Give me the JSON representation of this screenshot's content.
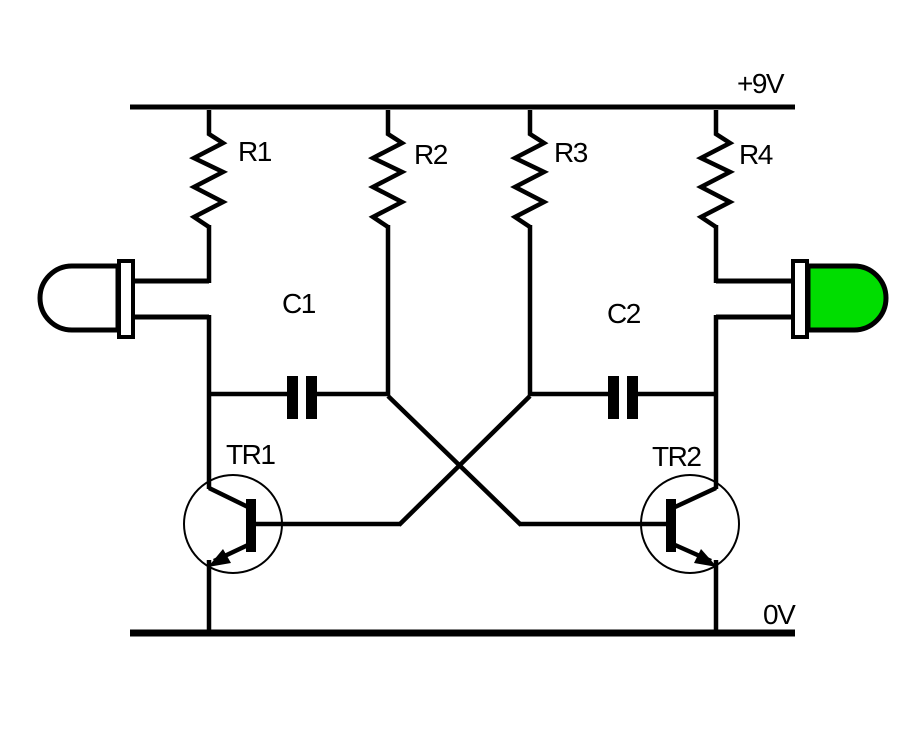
{
  "colors": {
    "line": "#000000",
    "background": "#ffffff",
    "led_on_fill": "#00dd00",
    "led_off_fill": "#ffffff",
    "component_body_fill": "#ffffff"
  },
  "labels": {
    "supply": "+9V",
    "ground": "0V",
    "r1": "R1",
    "r2": "R2",
    "r3": "R3",
    "r4": "R4",
    "c1": "C1",
    "c2": "C2",
    "tr1": "TR1",
    "tr2": "TR2"
  }
}
